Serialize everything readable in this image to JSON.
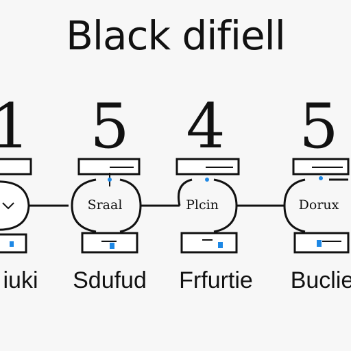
{
  "title": "Black difiell",
  "numbers": [
    "1",
    "5",
    "4",
    "5"
  ],
  "node_labels": [
    "",
    "Sraal",
    "Plcin",
    "Dorux"
  ],
  "bottom_labels": [
    "iuki",
    "Sdufud",
    "Frfurtie",
    "Buclie"
  ],
  "colors": {
    "ink": "#111111",
    "accent": "#1e88e5",
    "background": "#f7f7f7"
  }
}
